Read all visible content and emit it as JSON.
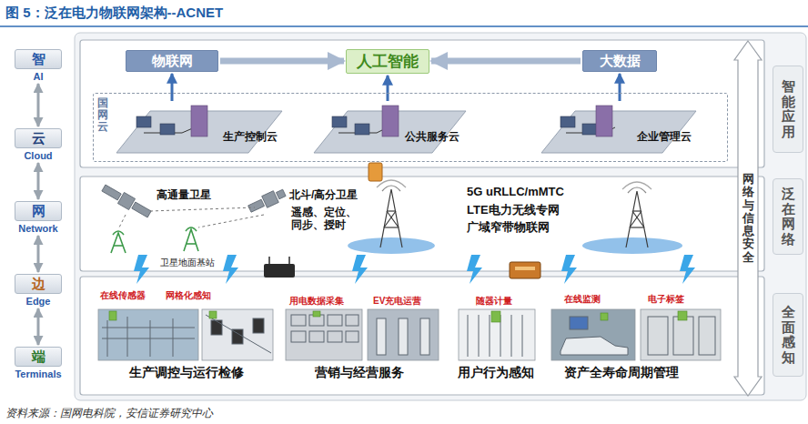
{
  "diagram": {
    "title": "图 5：泛在电力物联网架构--ACNET",
    "caption": "资料来源：国网电科院，安信证券研究中心",
    "nodes": [
      {
        "text": [
          "智",
          "AI"
        ]
      },
      {
        "text": [
          "云",
          "Cloud"
        ]
      },
      {
        "text": [
          "网",
          "Network"
        ]
      },
      {
        "text": [
          "边",
          "Edge"
        ]
      },
      {
        "text": [
          "端",
          "Terminals"
        ]
      },
      {
        "text": [
          "物联网"
        ]
      },
      {
        "text": [
          "人工智能"
        ]
      },
      {
        "text": [
          "大数据"
        ]
      },
      {
        "text": [
          "国网云"
        ]
      },
      {
        "text": [
          "生产控制云"
        ],
        "in": 8
      },
      {
        "text": [
          "公共服务云"
        ],
        "in": 8
      },
      {
        "text": [
          "企业管理云"
        ],
        "in": 8
      },
      {
        "text": [
          "网络与信息安全"
        ]
      },
      {
        "text": [
          "智能应用"
        ]
      },
      {
        "text": [
          "泛在网络"
        ]
      },
      {
        "text": [
          "全面感知"
        ]
      }
    ],
    "edges": [
      {
        "from": 0,
        "to": 1,
        "arrow": "both"
      },
      {
        "from": 1,
        "to": 2,
        "arrow": "both"
      },
      {
        "from": 2,
        "to": 3,
        "arrow": "both"
      },
      {
        "from": 3,
        "to": 4,
        "arrow": "both"
      },
      {
        "from": 5,
        "to": 6,
        "arrow": "to"
      },
      {
        "from": 7,
        "to": 6,
        "arrow": "to"
      },
      {
        "from": 9,
        "to": 5,
        "arrow": "to"
      },
      {
        "from": 10,
        "to": 6,
        "arrow": "to"
      },
      {
        "from": 11,
        "to": 7,
        "arrow": "to"
      }
    ],
    "labels": [
      "高通量卫星",
      "北斗/高分卫星",
      "遥感、定位、同步、授时",
      "卫星地面基站",
      "5G uRLLC/mMTC",
      "LTE电力无线专网",
      "广域窄带物联网",
      "在线传感器",
      "网格化感知",
      "用电数据采集",
      "EV充电运营",
      "随器计量",
      "在线监测",
      "电子标签",
      "生产调控与运行检修",
      "营销与经营服务",
      "用户行为感知",
      "资产全寿命周期管理"
    ]
  }
}
